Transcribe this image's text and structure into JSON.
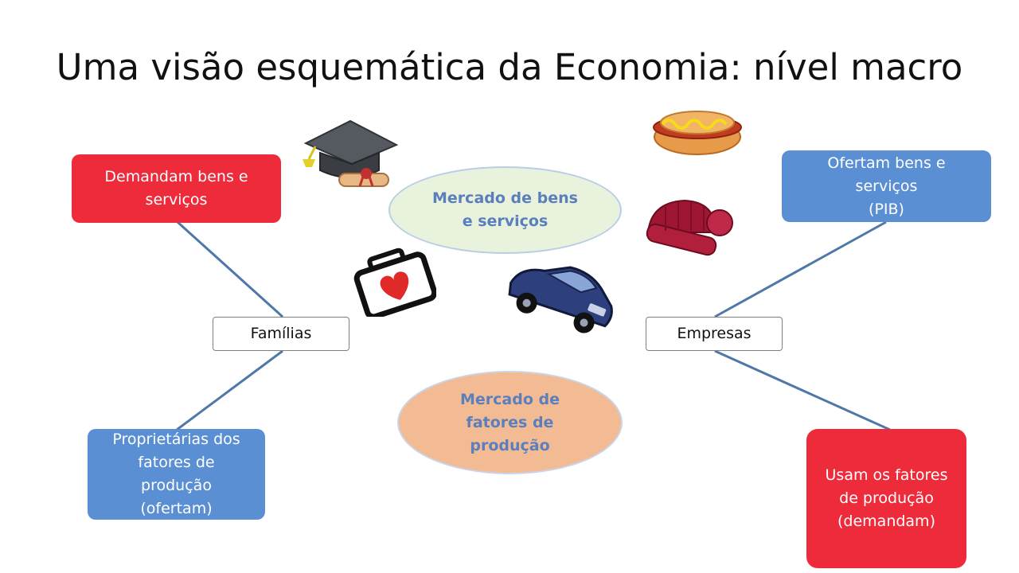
{
  "title": "Uma visão esquemática da Economia: nível macro",
  "families": {
    "label": "Famílias",
    "demand": [
      "Demandam bens e",
      "serviços"
    ],
    "owners": [
      "Proprietárias dos",
      "fatores de",
      "produção",
      "(ofertam)"
    ]
  },
  "firms": {
    "label": "Empresas",
    "supply": [
      "Ofertam bens e",
      "serviços",
      "(PIB)"
    ],
    "uses": [
      "Usam os fatores",
      "de produção",
      "(demandam)"
    ]
  },
  "markets": {
    "goods": [
      "Mercado de bens",
      "e serviços"
    ],
    "factors": [
      "Mercado de",
      "fatores de",
      "produção"
    ]
  },
  "colors": {
    "red": "#ee2b3b",
    "blue": "#5b8fd4",
    "goods_market": "#e9f2dc",
    "factors_market": "#f3bb93",
    "connector": "#4f78a8"
  },
  "icons": [
    "graduation-cap-icon",
    "hot-dog-icon",
    "wool-hat-icon",
    "first-aid-kit-icon",
    "car-icon"
  ]
}
